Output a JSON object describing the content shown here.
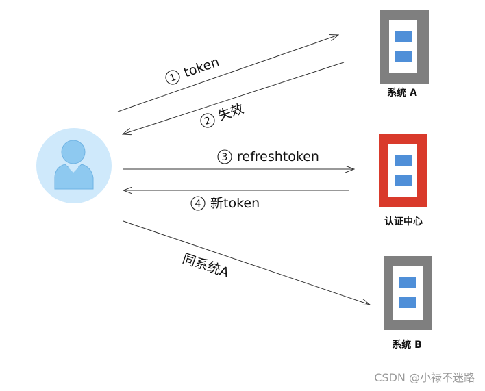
{
  "user": {
    "icon": "user-avatar-icon",
    "bg_color": "#cfe9fb",
    "figure_color": "#8ec9f0"
  },
  "servers": {
    "system_a": {
      "label": "系统 A",
      "color": "#7f7f7f"
    },
    "auth_center": {
      "label": "认证中心",
      "color": "#d93a2b"
    },
    "system_b": {
      "label": "系统 B",
      "color": "#7f7f7f"
    },
    "slot_color": "#4f8fd8"
  },
  "steps": {
    "s1": {
      "num": "1",
      "text": "token"
    },
    "s2": {
      "num": "2",
      "text": "失效"
    },
    "s3": {
      "num": "3",
      "text": "refreshtoken"
    },
    "s4": {
      "num": "4",
      "text": "新token"
    },
    "s5": {
      "text": "同系统A"
    }
  },
  "watermark": "CSDN @小禄不迷路"
}
